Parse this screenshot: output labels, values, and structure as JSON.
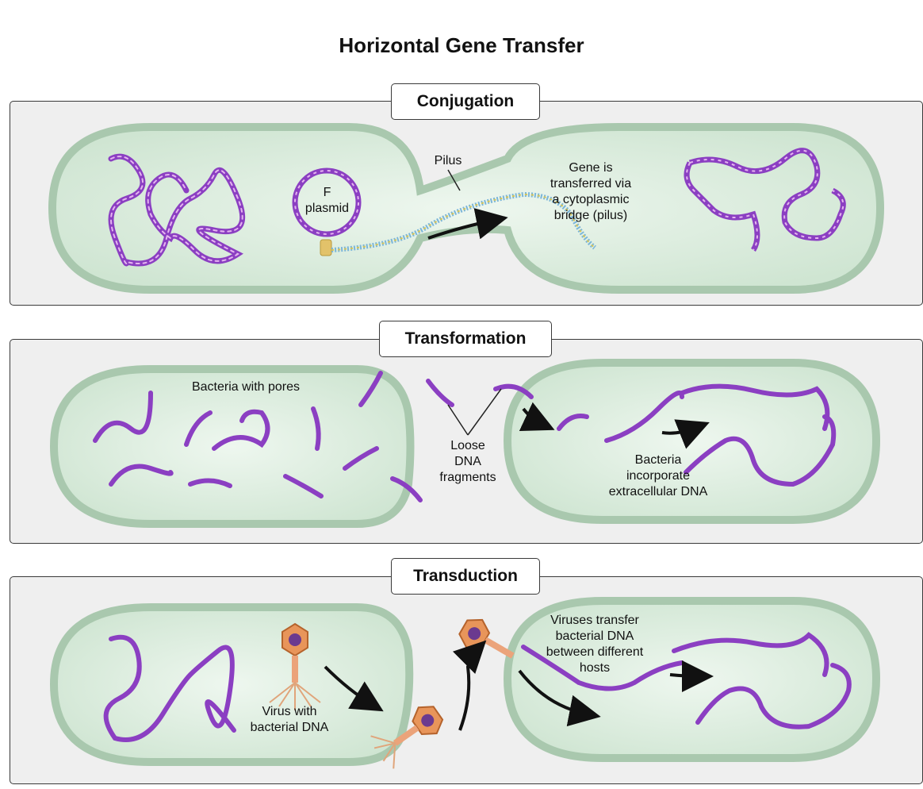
{
  "title": "Horizontal Gene Transfer",
  "colors": {
    "panel_bg": "#efefef",
    "cell_fill": "#dbeddd",
    "cell_stroke": "#a9c8ae",
    "dna_main": "#8b3fc2",
    "dna_alt": "#c45ad9",
    "virus_orange": "#e8955a",
    "arrow": "#111111"
  },
  "panels": {
    "conjugation": {
      "title": "Conjugation",
      "labels": {
        "f_plasmid": "F\nplasmid",
        "pilus": "Pilus",
        "gene_transfer": "Gene is\ntransferred via\na cytoplasmic\nbridge (pilus)"
      }
    },
    "transformation": {
      "title": "Transformation",
      "labels": {
        "pores": "Bacteria with pores",
        "loose_dna": "Loose\nDNA\nfragments",
        "incorporate": "Bacteria\nincorporate\nextracellular DNA"
      }
    },
    "transduction": {
      "title": "Transduction",
      "labels": {
        "virus_dna": "Virus with\nbacterial DNA",
        "viruses_transfer": "Viruses transfer\nbacterial DNA\nbetween different\nhosts"
      }
    }
  }
}
